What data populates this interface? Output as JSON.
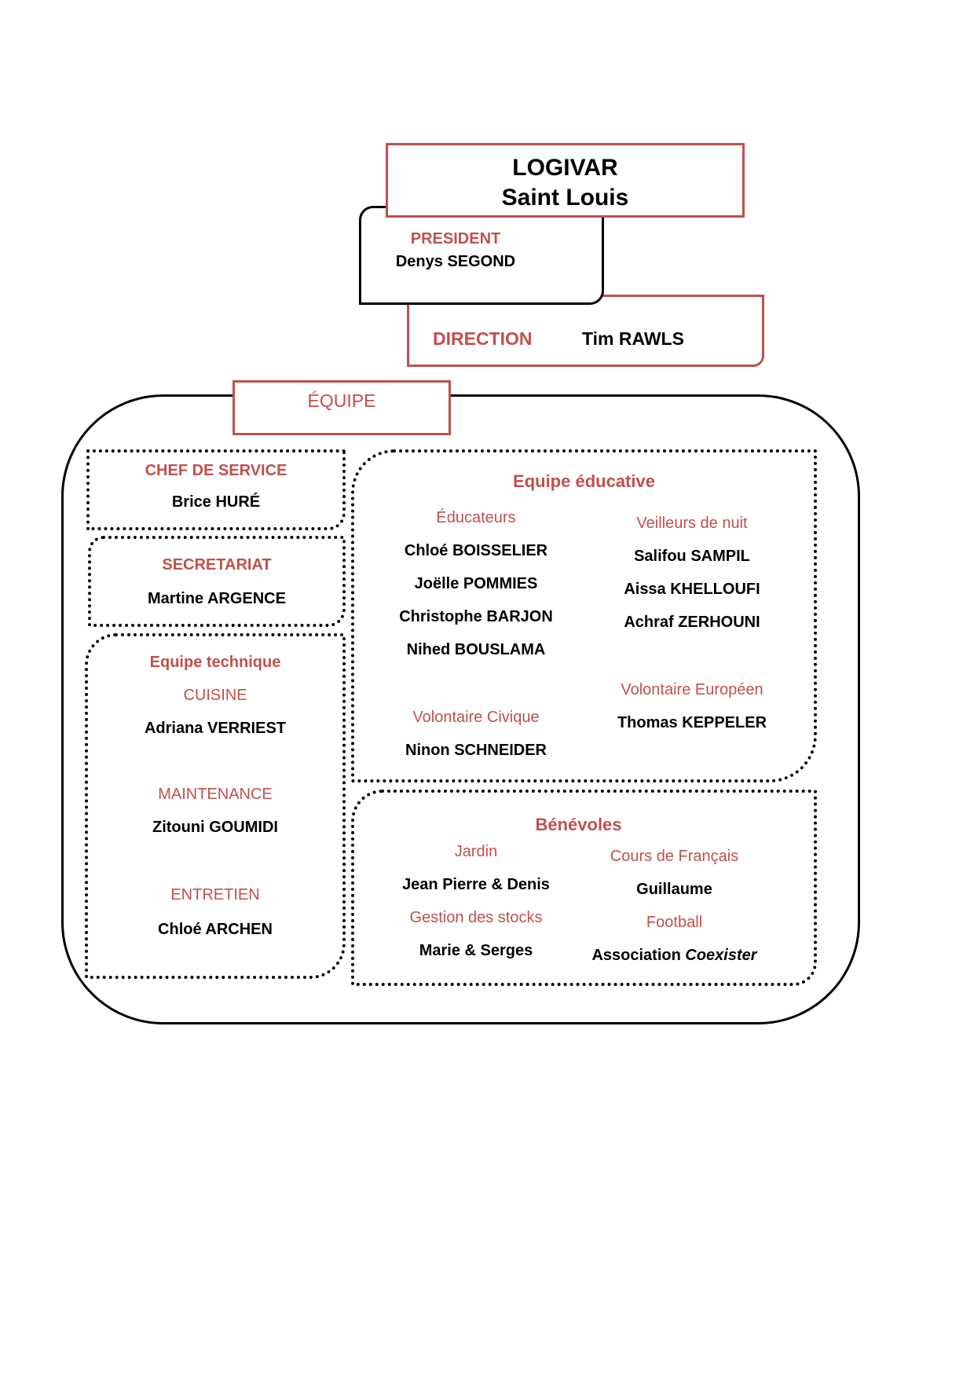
{
  "header": {
    "org_name": "LOGIVAR",
    "site_name": "Saint Louis"
  },
  "president": {
    "label": "PRESIDENT",
    "name": "Denys SEGOND"
  },
  "direction": {
    "label": "DIRECTION",
    "name": "Tim RAWLS"
  },
  "team": {
    "label": "ÉQUIPE",
    "chef_de_service": {
      "label": "CHEF DE SERVICE",
      "name": "Brice HURÉ"
    },
    "secretariat": {
      "label": "SECRETARIAT",
      "name": "Martine ARGENCE"
    },
    "technique": {
      "title": "Equipe technique",
      "cuisine": {
        "label": "CUISINE",
        "name": "Adriana VERRIEST"
      },
      "maintenance": {
        "label": "MAINTENANCE",
        "name": "Zitouni GOUMIDI"
      },
      "entretien": {
        "label": "ENTRETIEN",
        "name": "Chloé ARCHEN"
      }
    },
    "educative": {
      "title": "Equipe éducative",
      "educateurs": {
        "label": "Éducateurs",
        "names": [
          "Chloé BOISSELIER",
          "Joëlle POMMIES",
          "Christophe BARJON",
          "Nihed BOUSLAMA"
        ]
      },
      "veilleurs": {
        "label": "Veilleurs de nuit",
        "names": [
          "Salifou SAMPIL",
          "Aissa KHELLOUFI",
          "Achraf ZERHOUNI"
        ]
      },
      "volontaire_civique": {
        "label": "Volontaire Civique",
        "name": "Ninon SCHNEIDER"
      },
      "volontaire_europeen": {
        "label": "Volontaire Européen",
        "name": "Thomas KEPPELER"
      }
    },
    "benevoles": {
      "title": "Bénévoles",
      "jardin": {
        "label": "Jardin",
        "name": "Jean Pierre & Denis"
      },
      "stocks": {
        "label": "Gestion des stocks",
        "name": "Marie & Serges"
      },
      "francais": {
        "label": "Cours de Français",
        "name": "Guillaume"
      },
      "football": {
        "label": "Football",
        "name_prefix": "Association",
        "name_italic": "Coexister"
      }
    }
  }
}
